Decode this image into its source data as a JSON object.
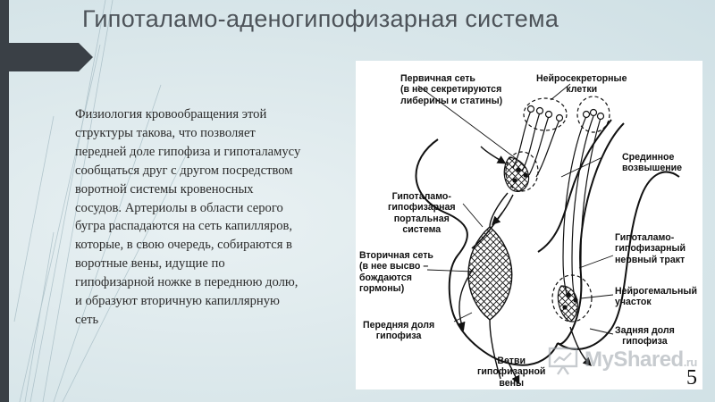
{
  "slide": {
    "title": "Гипоталамо-аденогипофизарная система",
    "page_number": "5",
    "body_lines": [
      "Физиология кровообращения этой",
      "структуры такова, что позволяет",
      "передней доле гипофиза и гипоталамусу",
      "сообщаться друг с другом посредством",
      "воротной системы кровеносных",
      "сосудов. Артериолы в области серого",
      "бугра распадаются на сеть капилляров,",
      "которые, в свою очередь, собираются в",
      "воротные вены, идущие по",
      "гипофизарной ножке в переднюю долю,",
      "и образуют вторичную капиллярную",
      "сеть"
    ],
    "accent_color": "#3a4046",
    "title_color": "#4d5359"
  },
  "diagram": {
    "labels": {
      "primary_net": [
        "Первичная сеть",
        "(в нее секретируются",
        "либерины и статины)"
      ],
      "neurosecretory": [
        "Нейросекреторные",
        "клетки"
      ],
      "median_eminence": [
        "Срединное",
        "возвышение"
      ],
      "portal_system": [
        "Гипоталамо-",
        "гипофизарная",
        "портальная",
        "система"
      ],
      "secondary_net": [
        "Вторичная сеть",
        "(в нее высво –",
        "бождаются",
        "гормоны)"
      ],
      "nerve_tract": [
        "Гипоталамо-",
        "гипофизарный",
        "нервный тракт"
      ],
      "neurohemal": [
        "Нейрогемальный",
        "участок"
      ],
      "anterior_lobe": [
        "Передняя доля",
        "гипофиза"
      ],
      "posterior_lobe": [
        "Задняя доля",
        "гипофиза"
      ],
      "veins": [
        "Ветви",
        "гипофизарной",
        "вены"
      ]
    }
  },
  "watermark": {
    "name": "MyShared",
    "tld": ".ru",
    "icon": "presentation-icon"
  }
}
